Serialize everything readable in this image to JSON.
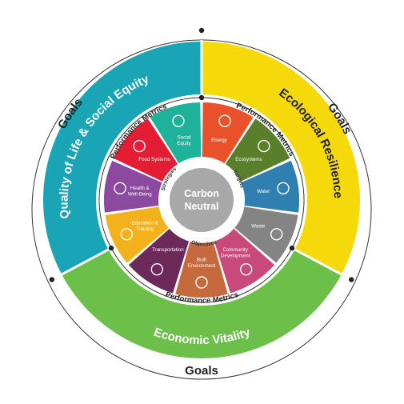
{
  "goals": [
    "Goals",
    "Goals",
    "Goals"
  ],
  "rings": {
    "quality": {
      "label": "Quality of Life & Social Equity",
      "color": "#1aa5b7"
    },
    "ecological": {
      "label": "Ecological Resilience",
      "color": "#f5d90a"
    },
    "economic": {
      "label": "Economic Vitality",
      "color": "#6cc04a"
    }
  },
  "performance_metrics": [
    "Performance Metrics",
    "Performance Metrics",
    "Performance Metrics"
  ],
  "inner_labels": {
    "strategies": "Strategies",
    "targets": "Targets",
    "objectives": "Objectives"
  },
  "center": {
    "line1": "Carbon",
    "line2": "Neutral"
  },
  "segments": [
    {
      "label": "Energy",
      "color": "#e8512a",
      "icon": "wind-turbine-icon"
    },
    {
      "label": "Ecosystems",
      "color": "#5a7f2b",
      "icon": "tree-icon"
    },
    {
      "label": "Water",
      "color": "#2f7fb0",
      "icon": "water-hand-icon"
    },
    {
      "label": "Waste",
      "color": "#848484",
      "icon": "recycle-icon"
    },
    {
      "label": "Community Development",
      "color": "#c74a7b",
      "icon": "storefront-icon"
    },
    {
      "label": "Built Environment",
      "color": "#c56a3c",
      "icon": "buildings-icon"
    },
    {
      "label": "Transportation",
      "color": "#6b2a59",
      "icon": "bus-person-icon"
    },
    {
      "label": "Education & Training",
      "color": "#f3b21b",
      "icon": "diploma-icon"
    },
    {
      "label": "Health & Well-Being",
      "color": "#8b4aa0",
      "icon": "heart-pulse-icon"
    },
    {
      "label": "Food Systems",
      "color": "#e31e34",
      "icon": "cutlery-icon"
    },
    {
      "label": "Social Equity",
      "color": "#1fb29a",
      "icon": "handshake-icon"
    }
  ]
}
